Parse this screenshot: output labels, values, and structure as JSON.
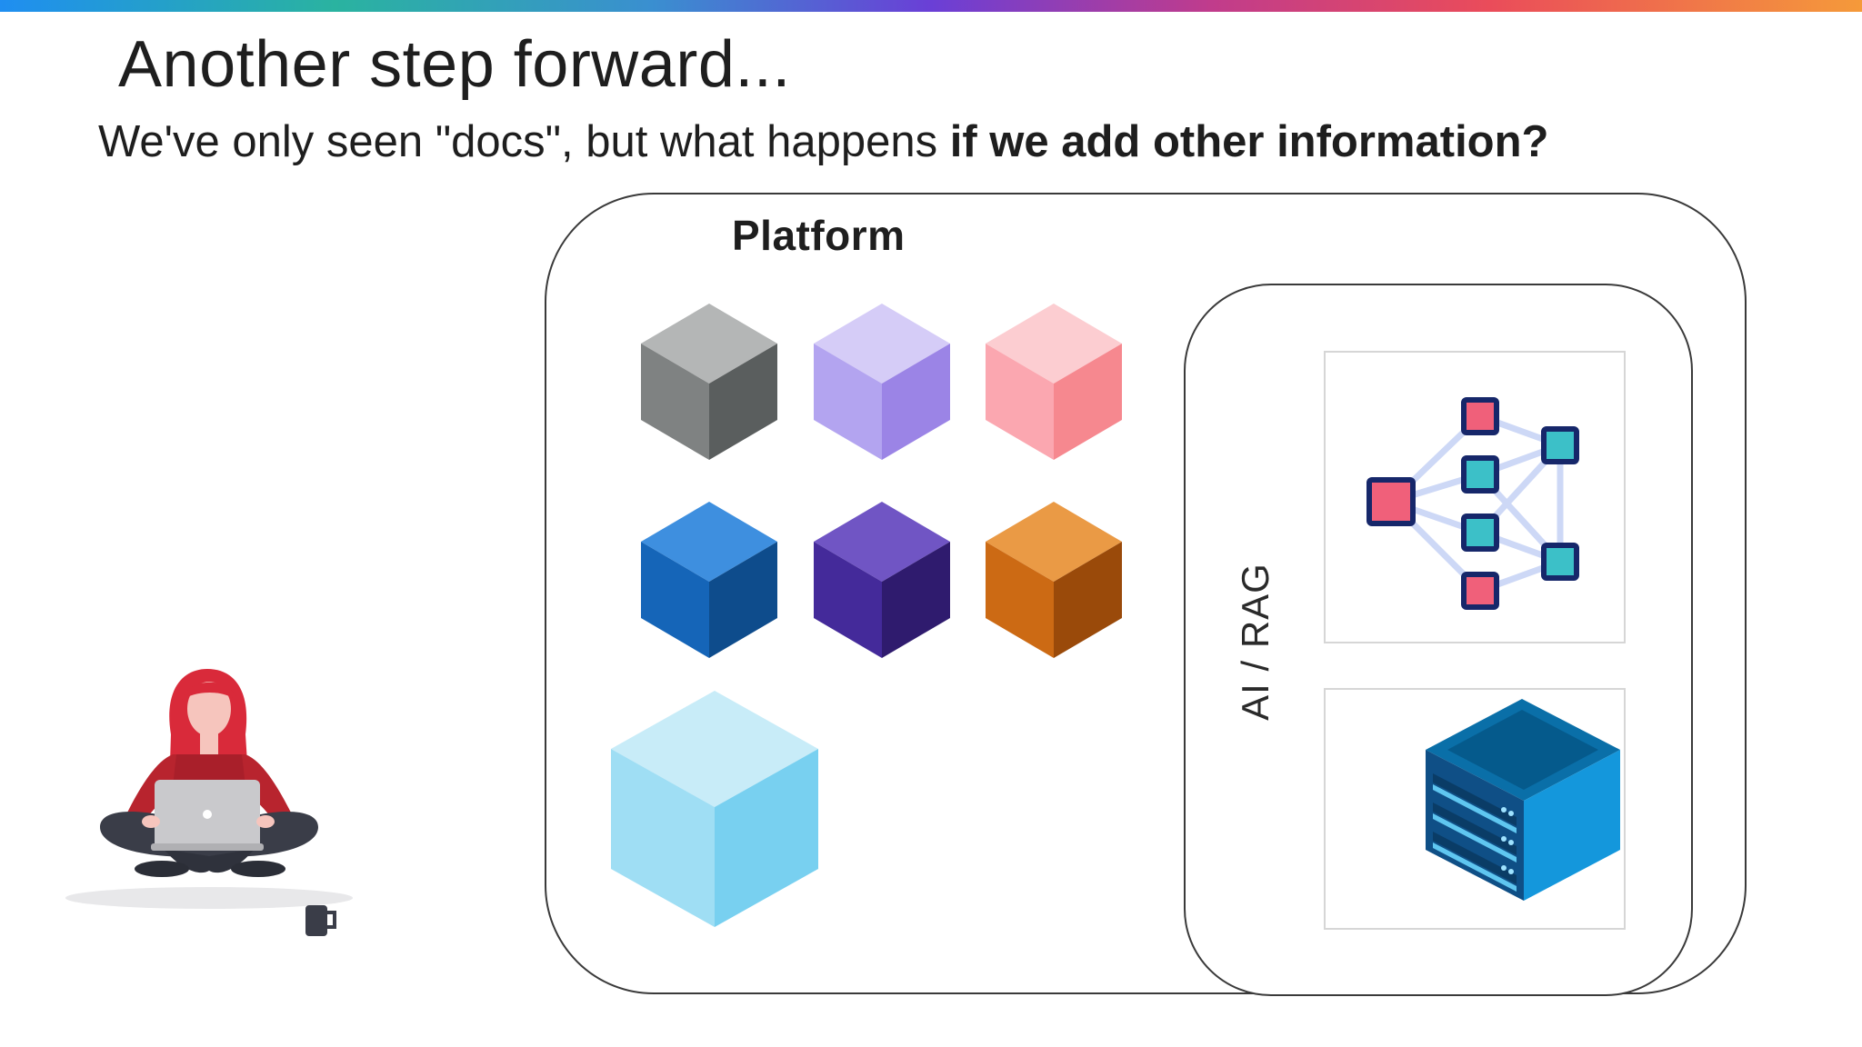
{
  "slide": {
    "title": "Another step forward...",
    "subtitle_prefix": "We've only seen \"docs\", but what happens ",
    "subtitle_bold": "if we add other information?",
    "platform_label": "Platform",
    "rag_label": "AI / RAG"
  },
  "colors": {
    "accent_gradient": [
      "#1f8ef1",
      "#2ab3a0",
      "#6a3fd6",
      "#ea4c5a",
      "#f59a3a"
    ],
    "cubes": [
      {
        "name": "gray",
        "top": "#b4b6b6",
        "left": "#7f8282",
        "right": "#5a5e5e"
      },
      {
        "name": "lavender",
        "top": "#d5ccf7",
        "left": "#b3a4f0",
        "right": "#9b84e6"
      },
      {
        "name": "pink",
        "top": "#fccdd1",
        "left": "#fba7b0",
        "right": "#f6888f"
      },
      {
        "name": "blue",
        "top": "#3e8fdf",
        "left": "#1565b8",
        "right": "#0e4c8c"
      },
      {
        "name": "purple",
        "top": "#7055c4",
        "left": "#442a9a",
        "right": "#2f1b6e"
      },
      {
        "name": "orange",
        "top": "#ea9a45",
        "left": "#cc6a14",
        "right": "#9a4a0a"
      },
      {
        "name": "light-blue",
        "top": "#c8ecf8",
        "left": "#9fdef4",
        "right": "#78d0f0"
      }
    ]
  }
}
